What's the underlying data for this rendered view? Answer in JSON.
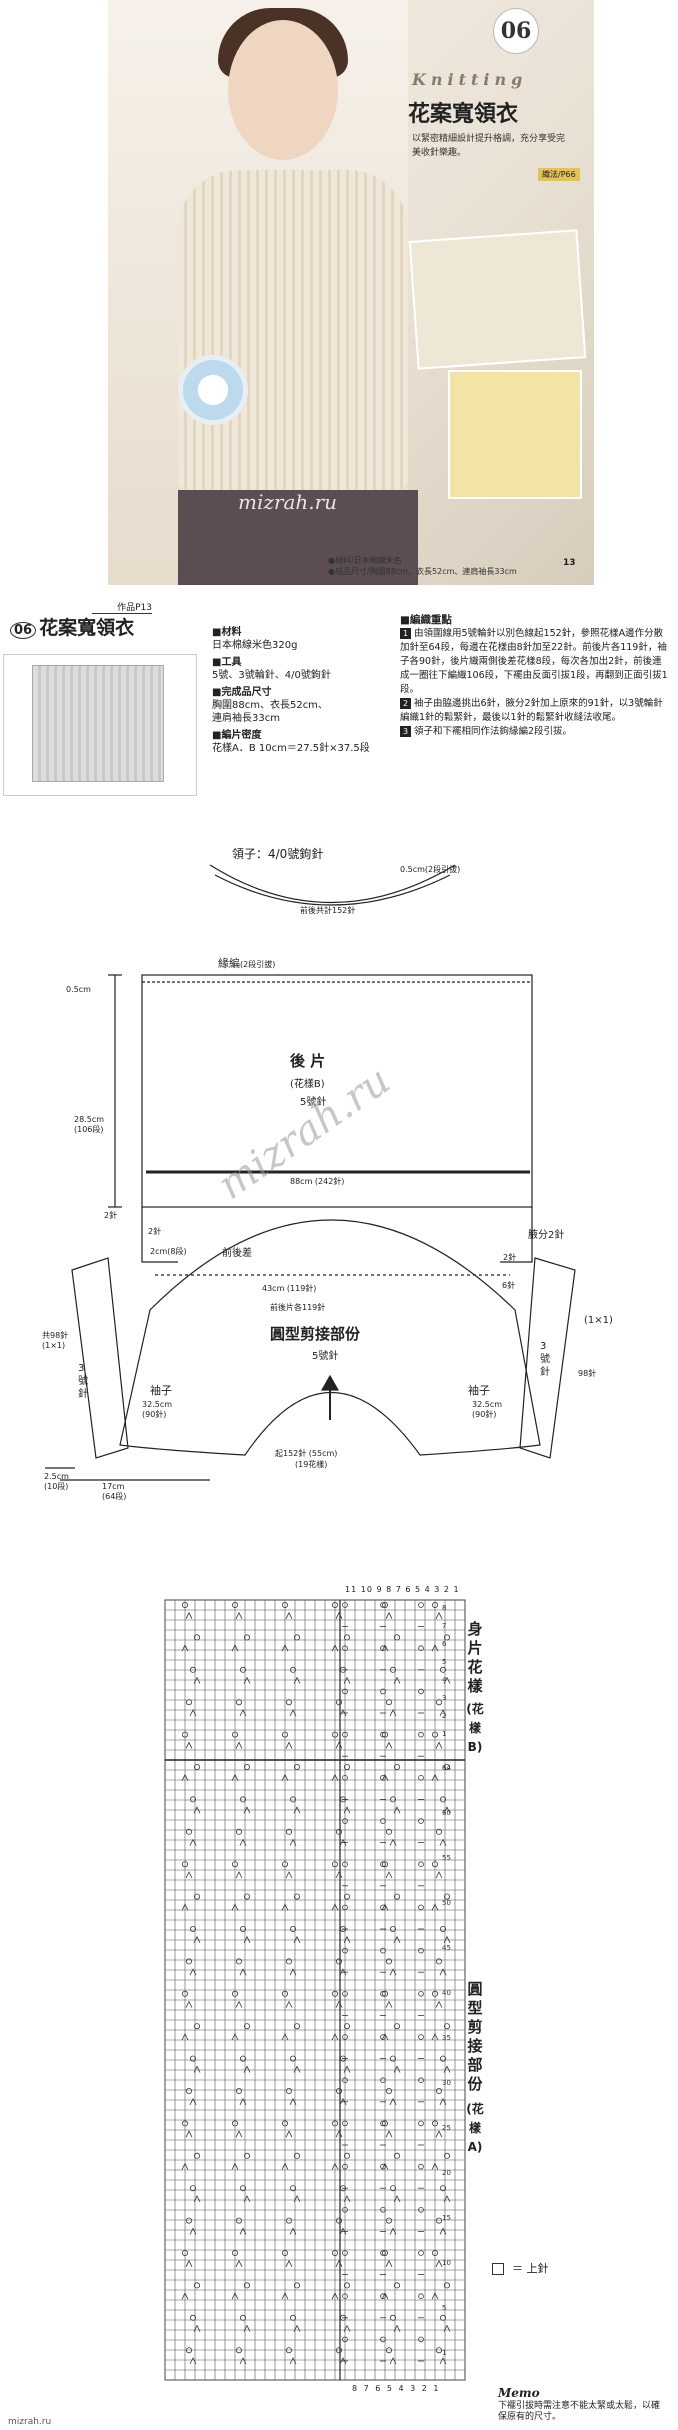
{
  "cover": {
    "number": "06",
    "series": "Knitting",
    "title": "花案寬領衣",
    "desc": "以緊密精細設計提升格調，充分享受完美收針樂趣。",
    "tag": "織法/P66",
    "watermark": "mizrah.ru",
    "spec_line1": "●材料/日本棉線米色",
    "spec_line2": "●成品尺寸/胸圍88cm、衣長52cm、連肩袖長33cm",
    "page": "13"
  },
  "pattern": {
    "ref": "作品P13",
    "number": "06",
    "title": "花案寬領衣",
    "material_h": "■材料",
    "material": "日本棉線米色320g",
    "tools_h": "■工具",
    "tools": "5號、3號輪針、4/0號鉤針",
    "size_h": "■完成品尺寸",
    "size1": "胸圍88cm、衣長52cm、",
    "size2": "連肩袖長33cm",
    "gauge_h": "■編片密度",
    "gauge": "花樣A．B 10cm＝27.5針×37.5段",
    "steps_h": "■編織重點",
    "step1": "由領圍線用5號輪針以別色線起152針，參照花樣A邊作分散加針至64段，每邊在花樣由8針加至22針。前後片各119針，袖子各90針，後片織兩側後差花樣8段，每次各加出2針，前後連成一圈往下編織106段，下襬由反面引拔1段，再翻到正面引拔1段。",
    "step2": "袖子由脇邊挑出6針，腋分2針加上原來的91針，以3號輪針編織1針的鬆緊針，最後以1針的鬆緊針收縫法收尾。",
    "step3": "領子和下襬相同作法鉤緣編2段引拔。"
  },
  "diagram": {
    "collar_title": "領子：4/0號鉤針",
    "collar_edge": "0.5cm(2段引拔)",
    "collar_pick": "前後共計152針",
    "hem": "緣編",
    "hem_note": "(2段引拔)",
    "back_title": "後 片",
    "back_pattern": "(花樣B)",
    "back_needle": "5號針",
    "back_height": "28.5cm",
    "back_rows": "(106段)",
    "width": "88cm (242針)",
    "top_05": "0.5cm",
    "left_2": "2針",
    "left_23": "2針",
    "left_2cm": "2cm(8段)",
    "front_back_diff": "前後差",
    "sleeve_gap": "腋分2針",
    "right_2": "2針",
    "right_6": "6針",
    "width_43": "43cm (119針)",
    "yoke_pick": "前後片各119針",
    "yoke_title": "圓型剪接部份",
    "yoke_needle": "5號針",
    "sleeve_label_l": "袖子",
    "sleeve_cm": "32.5cm",
    "sleeve_st": "(90針)",
    "sleeve_label_r": "袖子",
    "neck_cm": "起152針 (55cm)",
    "neck_rows": "(19花樣)",
    "rib_l": "共98針",
    "rib_note": "(1×1)",
    "needle3": "3號針",
    "rib_r": "98針",
    "cuff_cm": "2.5cm",
    "cuff_rows": "(10段)",
    "bottom_cm": "17cm",
    "bottom_rows": "(64段)",
    "watermark": "mizrah.ru"
  },
  "chart": {
    "top_numbers": "11 10 9 8 7 6 5 4 3 2 1",
    "bottom_numbers": "8 7 6 5 4 3 2 1",
    "label_b1": "身片花樣",
    "label_b2": "(花樣B)",
    "label_a1": "圓型剪接部份",
    "label_a2": "(花樣A)",
    "row_numbers": [
      "64",
      "60",
      "55",
      "50",
      "45",
      "40",
      "35",
      "30",
      "25",
      "20",
      "15",
      "10",
      "5",
      "1"
    ],
    "row_numbers_b": [
      "8",
      "7",
      "6",
      "5",
      "4",
      "3",
      "2",
      "1"
    ]
  },
  "legend": {
    "text": "＝ 上針"
  },
  "memo": {
    "title": "Memo",
    "text": "下襬引拔時需注意不能太緊或太鬆，以確保原有的尺寸。"
  },
  "site": "mizrah.ru"
}
